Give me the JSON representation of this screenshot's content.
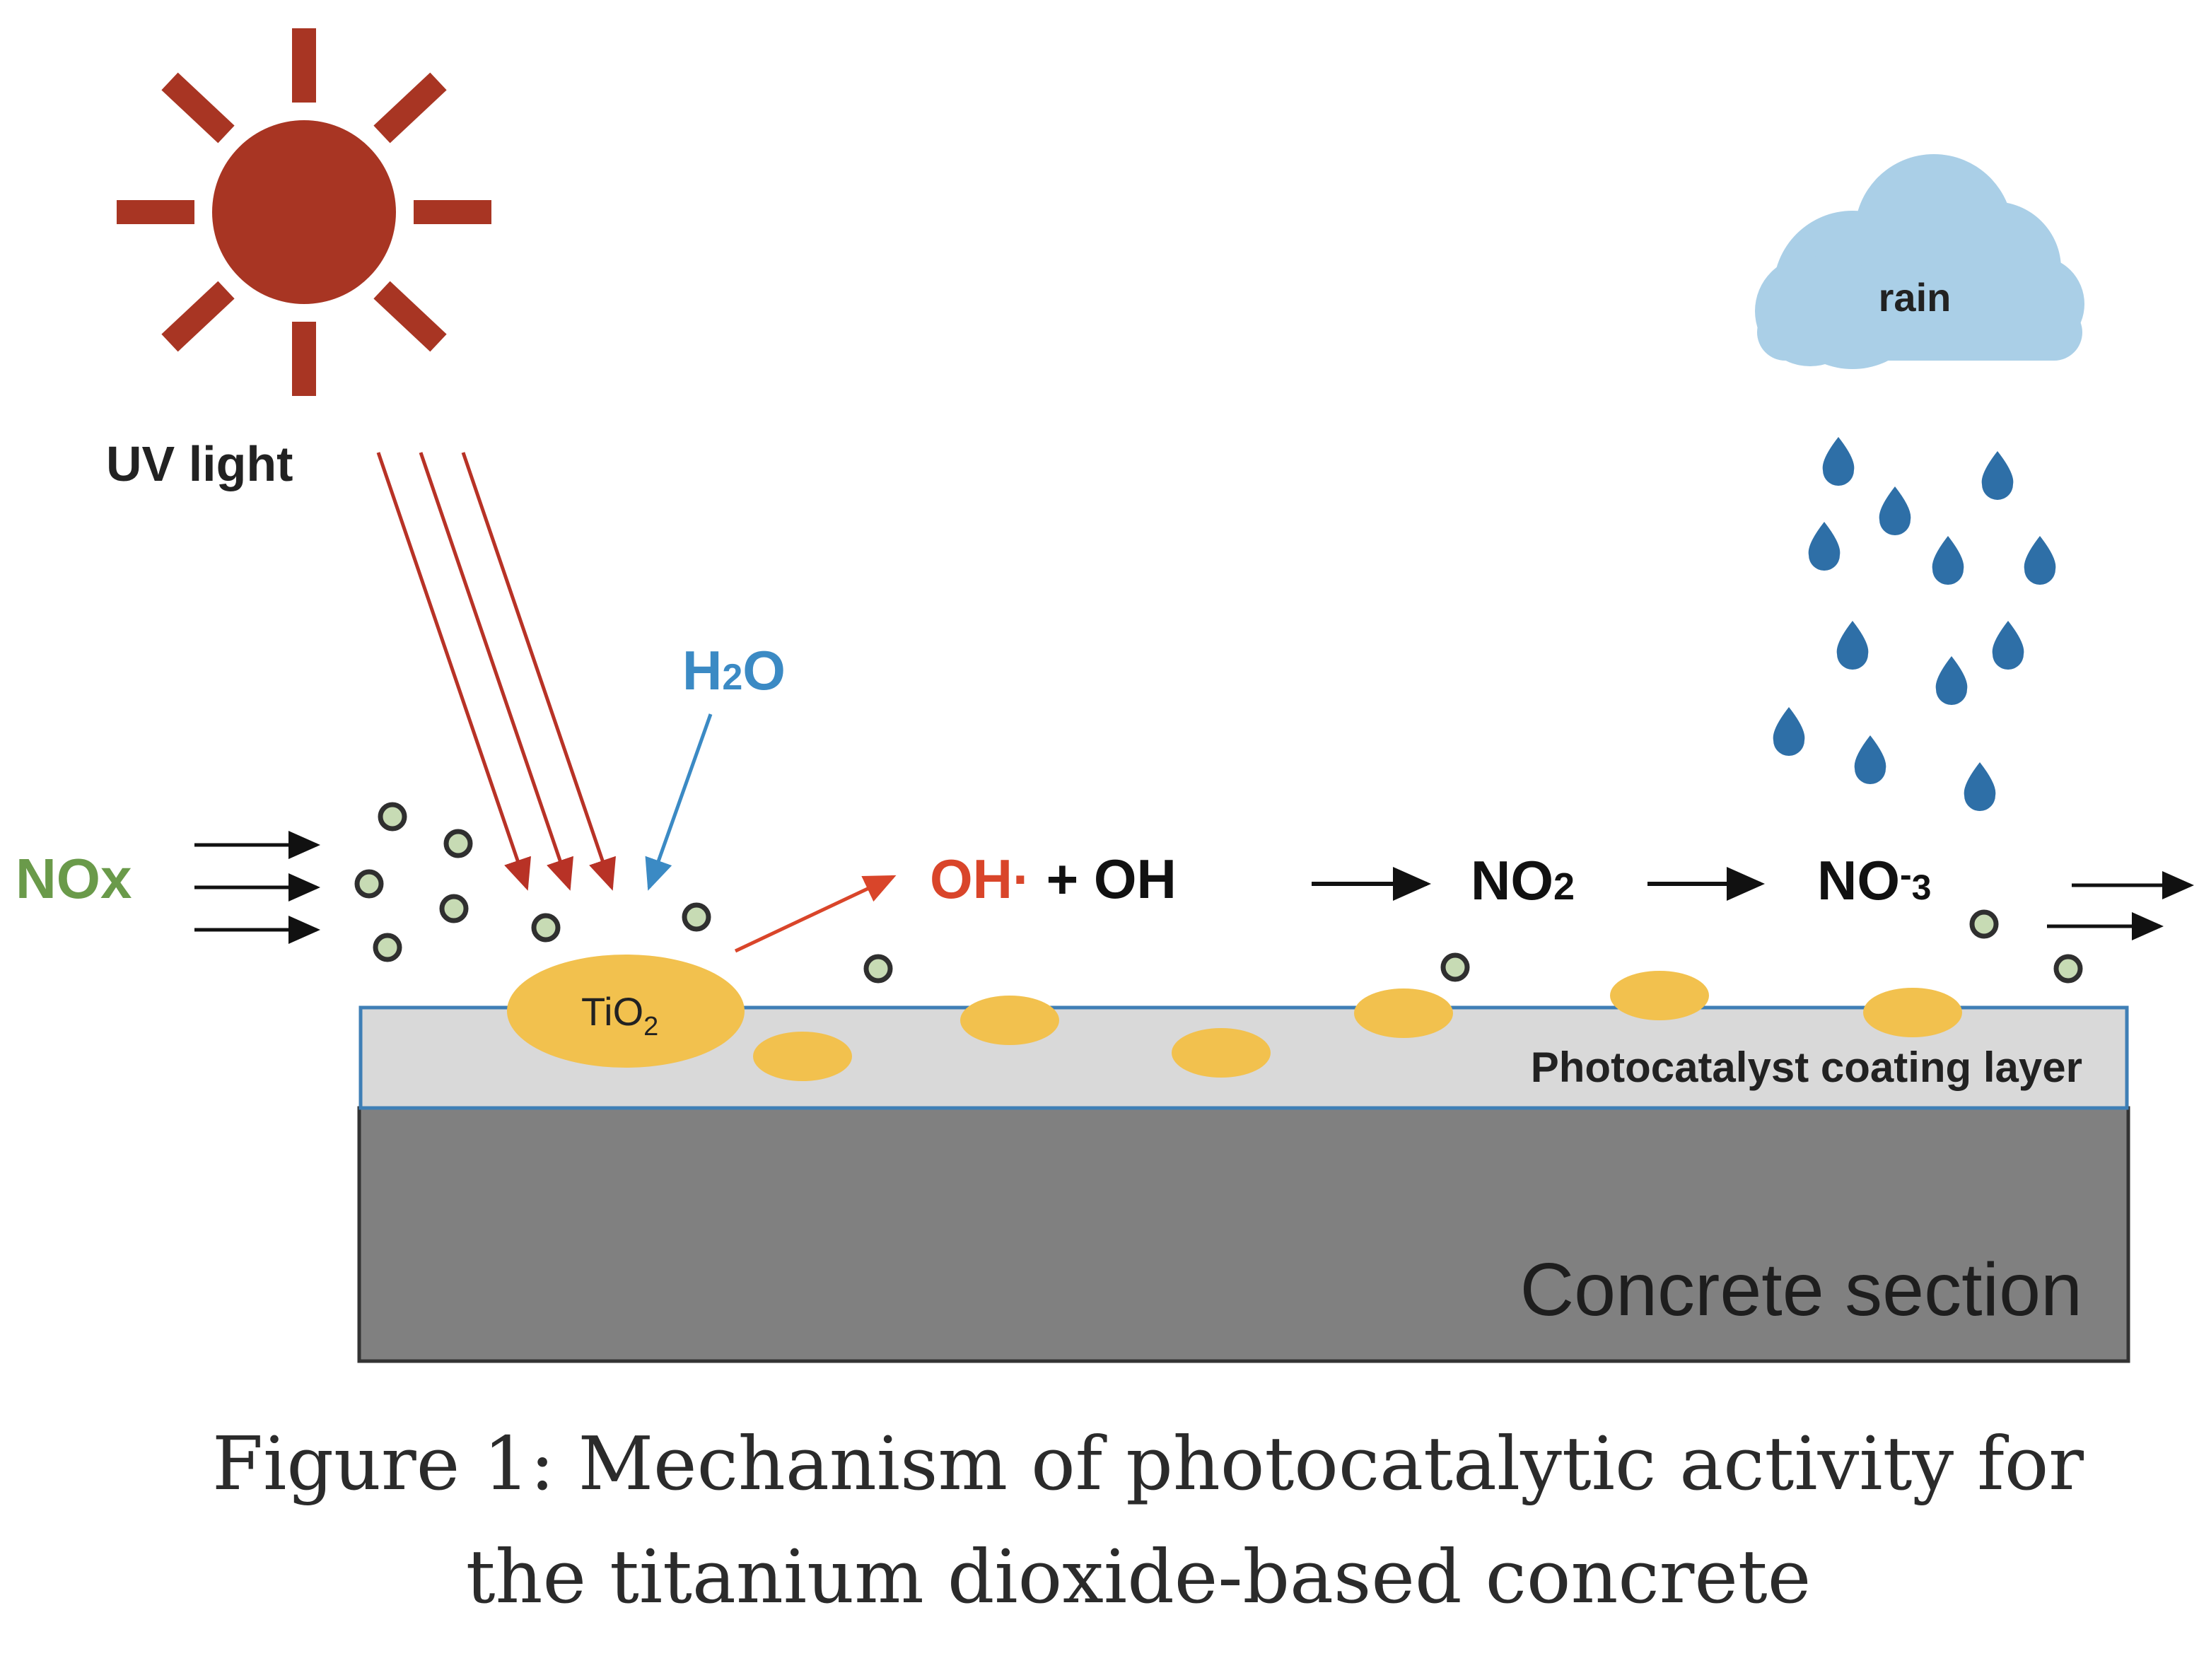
{
  "labels": {
    "uv_light": "UV light",
    "h2o_main": "H",
    "h2o_sub": "2",
    "h2o_tail": "O",
    "nox": "NOx",
    "tio2_main": "TiO",
    "tio2_sub": "2",
    "oh_radical": "OH·",
    "plus_oh": " + OH",
    "no2_main": "NO",
    "no2_sub": "2",
    "no3_main": "NO",
    "no3_sup": "-",
    "no3_sub": "3",
    "rain": "rain",
    "coating_layer": "Photocatalyst coating layer",
    "concrete": "Concrete section"
  },
  "caption": {
    "line1": "Figure 1: Mechanism of photocatalytic activity for",
    "line2": "the titanium dioxide-based concrete"
  },
  "colors": {
    "sun": "#a83523",
    "uv_ray": "#b83226",
    "water": "#3b8ac4",
    "nox_green": "#6a9a4a",
    "particle_fill": "#c7dbb4",
    "oh_red": "#d9452a",
    "tio2_fill": "#f2c14e",
    "coating_fill": "#d9d9d9",
    "coating_border": "#3f7fb6",
    "concrete_fill": "#808080",
    "cloud": "#aacfe7",
    "raindrop": "#2e6fa7",
    "text_dark": "#222222"
  },
  "icons": [
    "sun-icon",
    "cloud-icon",
    "raindrop-icon",
    "arrow-icon"
  ]
}
